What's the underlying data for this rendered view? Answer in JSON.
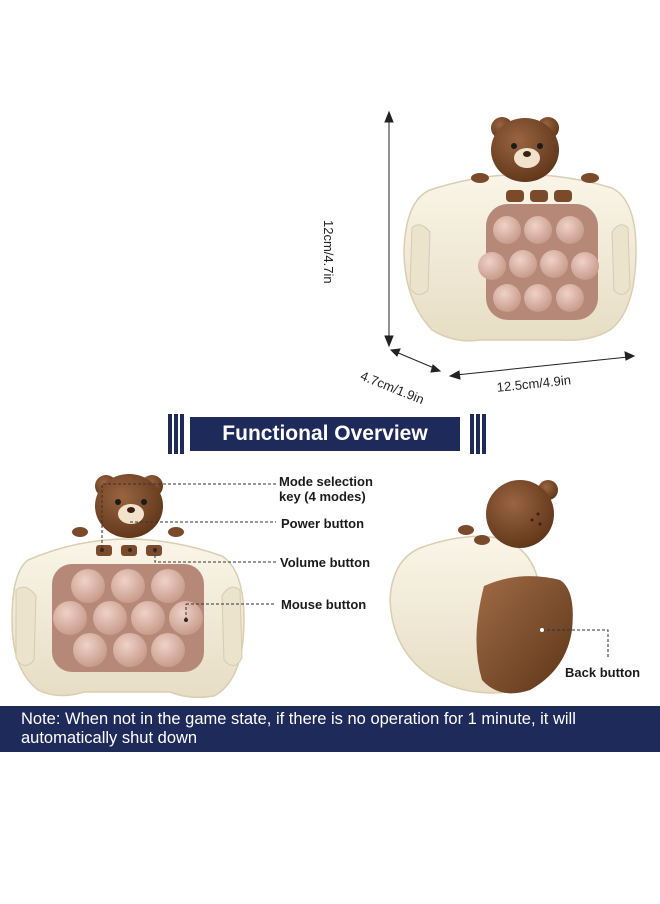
{
  "dimensions": {
    "height": "12cm/4.7in",
    "depth": "4.7cm/1.9in",
    "width": "12.5cm/4.9in"
  },
  "banner": {
    "title": "Functional Overview"
  },
  "callouts": {
    "mode_line1": "Mode selection",
    "mode_line2": "key (4 modes)",
    "power": "Power button",
    "volume": "Volume button",
    "mouse": "Mouse button",
    "back": "Back button"
  },
  "note": {
    "line1": "Note: When not in the game state, if there is no operation for 1 minute, it will",
    "line2": "automatically shut down"
  },
  "colors": {
    "navy": "#1e2a5a",
    "shell_cream": "#f3ecd9",
    "bubble_pink": "#d7b3a6",
    "bear_brown": "#7a4a2b"
  }
}
